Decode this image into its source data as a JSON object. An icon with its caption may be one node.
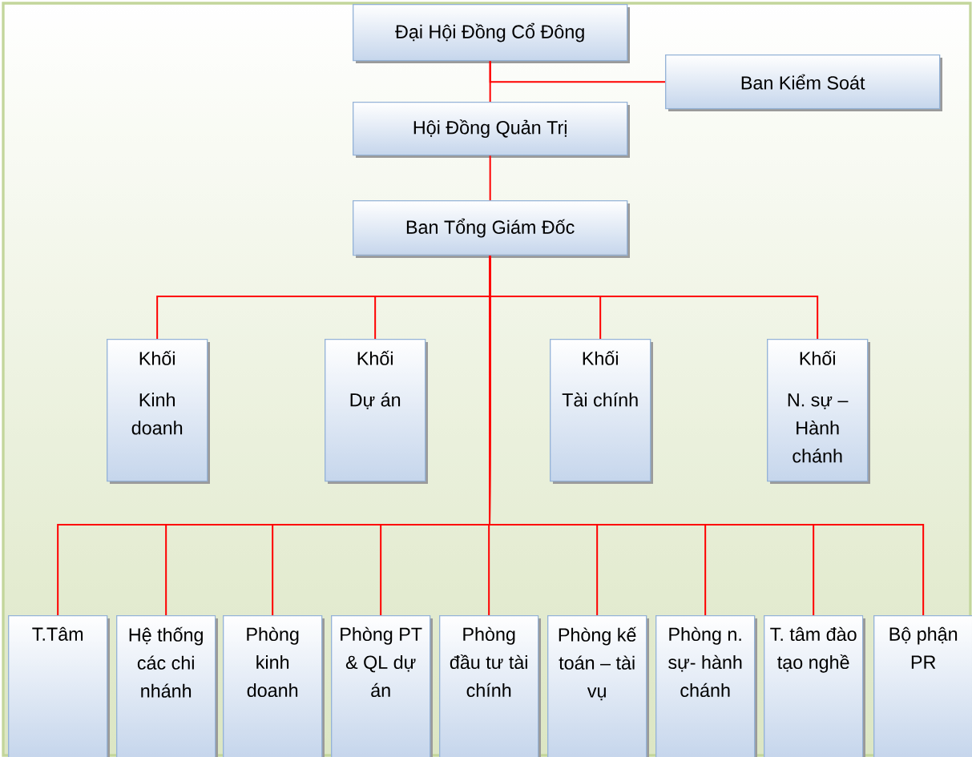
{
  "diagram": {
    "nodes": [
      {
        "text": [
          "Đại Hội Đồng Cổ Đông"
        ]
      },
      {
        "text": [
          "Ban Kiểm Soát"
        ]
      },
      {
        "text": [
          "Hội Đồng Quản Trị"
        ]
      },
      {
        "text": [
          "Ban Tổng Giám Đốc"
        ]
      },
      {
        "text": [
          "Khối",
          "Kinh doanh"
        ]
      },
      {
        "text": [
          "Khối",
          "Dự án"
        ]
      },
      {
        "text": [
          "Khối",
          "Tài chính"
        ]
      },
      {
        "text": [
          "Khối",
          "N. sự – Hành chánh"
        ]
      },
      {
        "text": [
          "T.Tâm"
        ]
      },
      {
        "text": [
          "Hệ thống các chi nhánh"
        ]
      },
      {
        "text": [
          "Phòng kinh doanh"
        ]
      },
      {
        "text": [
          "Phòng PT & QL dự án"
        ]
      },
      {
        "text": [
          "Phòng đầu tư tài chính"
        ]
      },
      {
        "text": [
          "Phòng kế toán – tài vụ"
        ]
      },
      {
        "text": [
          "Phòng n. sự- hành chánh"
        ]
      },
      {
        "text": [
          "T. tâm đào tạo nghề"
        ]
      },
      {
        "text": [
          "Bộ phận PR"
        ]
      }
    ],
    "edges": [
      {
        "from": 0,
        "to": 1,
        "arrow": "none"
      },
      {
        "from": 0,
        "to": 2,
        "arrow": "none"
      },
      {
        "from": 2,
        "to": 3,
        "arrow": "none"
      },
      {
        "from": 3,
        "to": 4,
        "arrow": "none"
      },
      {
        "from": 3,
        "to": 5,
        "arrow": "none"
      },
      {
        "from": 3,
        "to": 6,
        "arrow": "none"
      },
      {
        "from": 3,
        "to": 7,
        "arrow": "none"
      },
      {
        "from": 3,
        "to": 8,
        "arrow": "none"
      },
      {
        "from": 3,
        "to": 9,
        "arrow": "none"
      },
      {
        "from": 3,
        "to": 10,
        "arrow": "none"
      },
      {
        "from": 3,
        "to": 11,
        "arrow": "none"
      },
      {
        "from": 3,
        "to": 12,
        "arrow": "none"
      },
      {
        "from": 3,
        "to": 13,
        "arrow": "none"
      },
      {
        "from": 3,
        "to": 14,
        "arrow": "none"
      },
      {
        "from": 3,
        "to": 15,
        "arrow": "none"
      },
      {
        "from": 3,
        "to": 16,
        "arrow": "none"
      }
    ]
  }
}
